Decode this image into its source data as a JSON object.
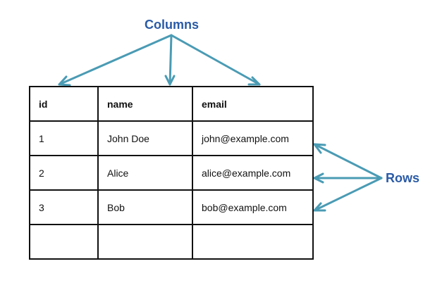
{
  "labels": {
    "columns": "Columns",
    "rows": "Rows"
  },
  "table": {
    "headers": [
      "id",
      "name",
      "email"
    ],
    "rows": [
      [
        "1",
        "John Doe",
        "john@example.com"
      ],
      [
        "2",
        "Alice",
        "alice@example.com"
      ],
      [
        "3",
        "Bob",
        "bob@example.com"
      ],
      [
        "",
        "",
        ""
      ]
    ]
  },
  "colors": {
    "arrow": "#4a9bb4",
    "label": "#2a5aa6",
    "border": "#111111"
  }
}
